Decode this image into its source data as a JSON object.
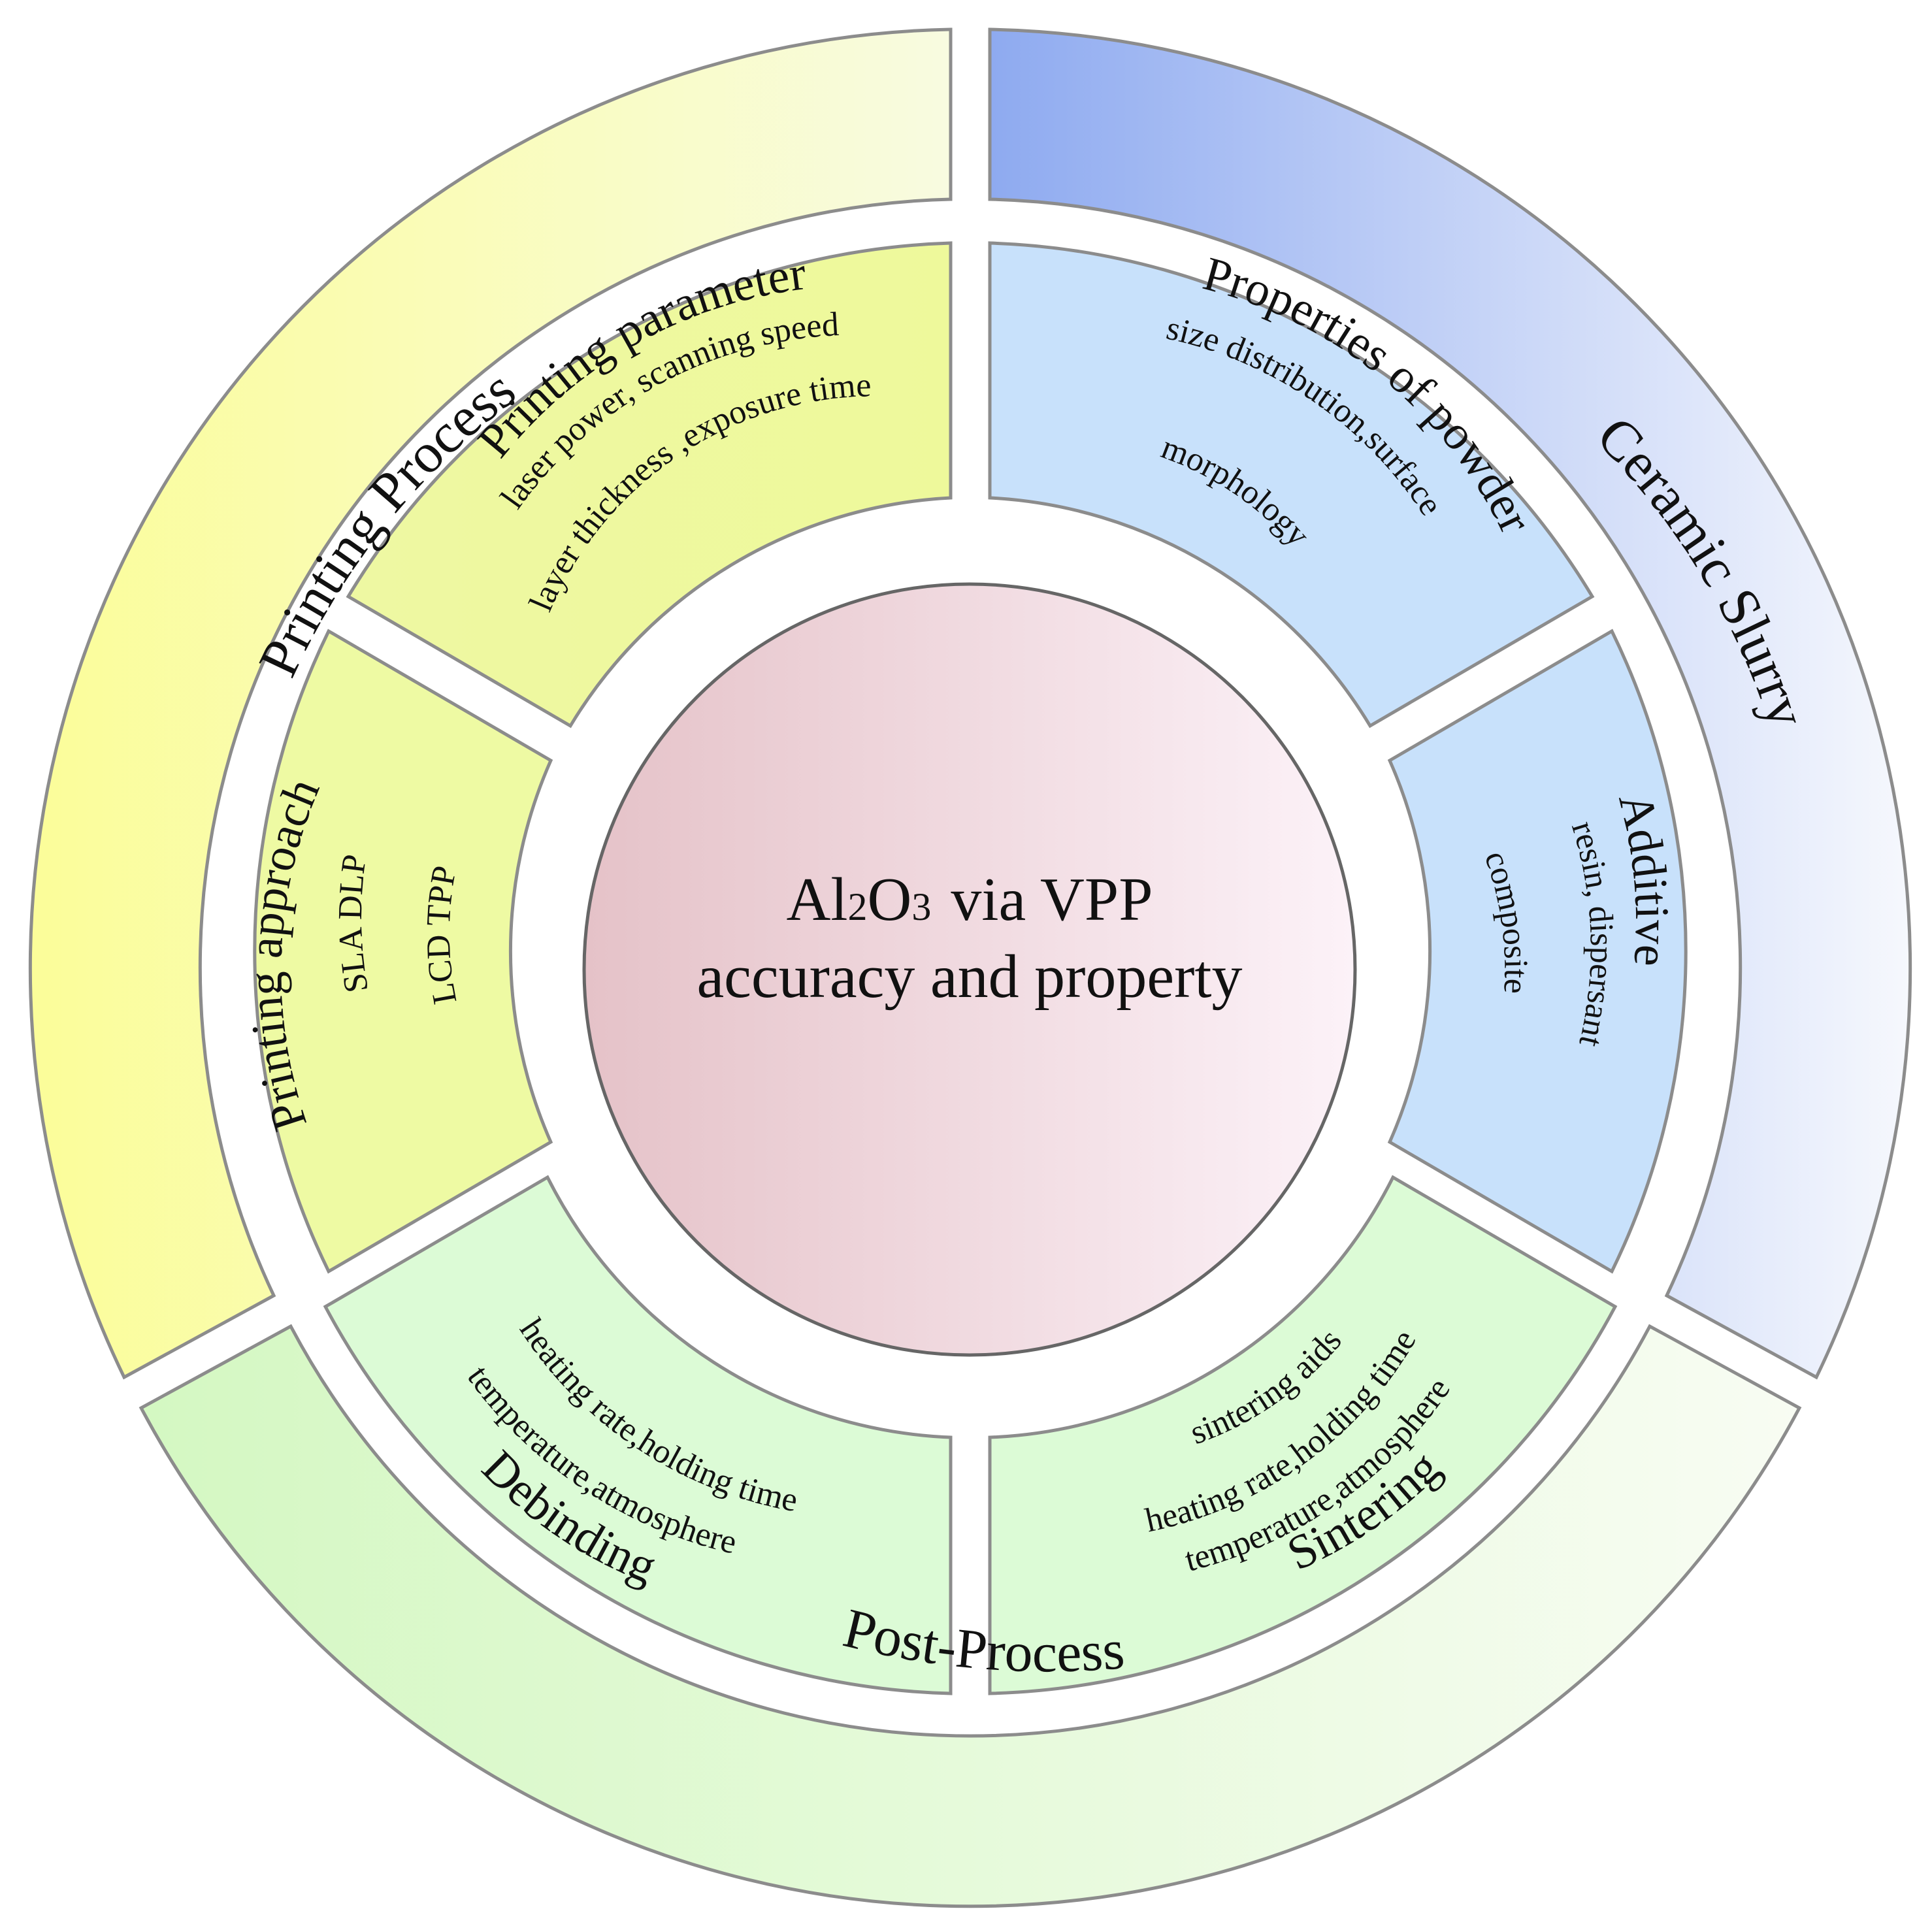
{
  "center": {
    "line1_a": "Al",
    "line1_sub1": "2",
    "line1_b": "O",
    "line1_sub2": "3",
    "line1_c": "via VPP",
    "line2": "accuracy and property",
    "color_left": "#e6c6cb",
    "color_right": "#fbf0f6"
  },
  "outer_ring": {
    "printing_process": {
      "label": "Printing Process",
      "color": "#f5f7a8"
    },
    "ceramic_slurry": {
      "label": "Ceramic Slurry",
      "color": "#8eaaf0"
    },
    "post_process": {
      "label": "Post-Process",
      "color": "#d8f7c6"
    }
  },
  "inner_ring": {
    "printing_parameter": {
      "title": "Printing parameter",
      "line1": "laser power, scanning speed",
      "line2": "layer thickness ,exposure time",
      "color": "#eef8a2"
    },
    "printing_approach": {
      "title": "Printing approach",
      "line1": "SLA  DLP",
      "line2": "LCD TPP",
      "color": "#eefaa3"
    },
    "properties_of_powder": {
      "title": "Properties of powder",
      "line1": "size distribution,surface",
      "line2": "morphology",
      "color": "#c8e1fb"
    },
    "additive": {
      "title": "Additive",
      "line1": "resin, dispersant",
      "line2": "composite",
      "color": "#c8e1fb"
    },
    "debinding": {
      "title": "Debinding",
      "line1": "temperature,atmosphere",
      "line2": "heating rate,holding time",
      "color": "#dcfbd6"
    },
    "sintering": {
      "title": "Sintering",
      "line1": "temperature,atmosphere",
      "line2": "heating rate,holding time",
      "line3": "sintering aids",
      "color": "#dcfbd6"
    }
  }
}
